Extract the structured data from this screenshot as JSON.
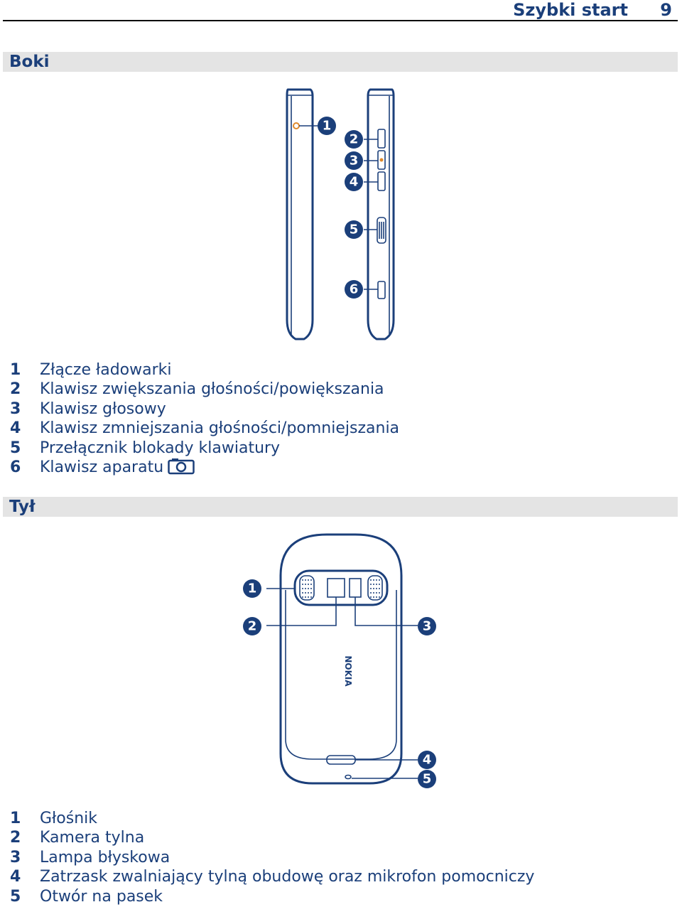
{
  "header": {
    "title": "Szybki start",
    "page_number": "9"
  },
  "sections": {
    "sides": {
      "title": "Boki",
      "items": [
        {
          "num": "1",
          "label": "Złącze ładowarki"
        },
        {
          "num": "2",
          "label": "Klawisz zwiększania głośności/powiększania"
        },
        {
          "num": "3",
          "label": "Klawisz głosowy"
        },
        {
          "num": "4",
          "label": "Klawisz zmniejszania głośności/pomniejszania"
        },
        {
          "num": "5",
          "label": "Przełącznik blokady klawiatury"
        },
        {
          "num": "6",
          "label": "Klawisz aparatu"
        }
      ]
    },
    "back": {
      "title": "Tył",
      "items": [
        {
          "num": "1",
          "label": "Głośnik"
        },
        {
          "num": "2",
          "label": "Kamera tylna"
        },
        {
          "num": "3",
          "label": "Lampa błyskowa"
        },
        {
          "num": "4",
          "label": "Zatrzask zwalniający tylną obudowę oraz mikrofon pomocniczy"
        },
        {
          "num": "5",
          "label": "Otwór na pasek"
        }
      ]
    }
  },
  "diagram": {
    "side_callouts": [
      "1",
      "2",
      "3",
      "4",
      "5",
      "6"
    ],
    "back_callouts": [
      "1",
      "2",
      "3",
      "4",
      "5"
    ],
    "brand_logo": "NOKIA"
  },
  "colors": {
    "accent": "#1b3f7a",
    "section_bg": "#e4e4e4",
    "charger_dot": "#e08a2c"
  },
  "icons": {
    "camera_key": "camera-icon"
  }
}
